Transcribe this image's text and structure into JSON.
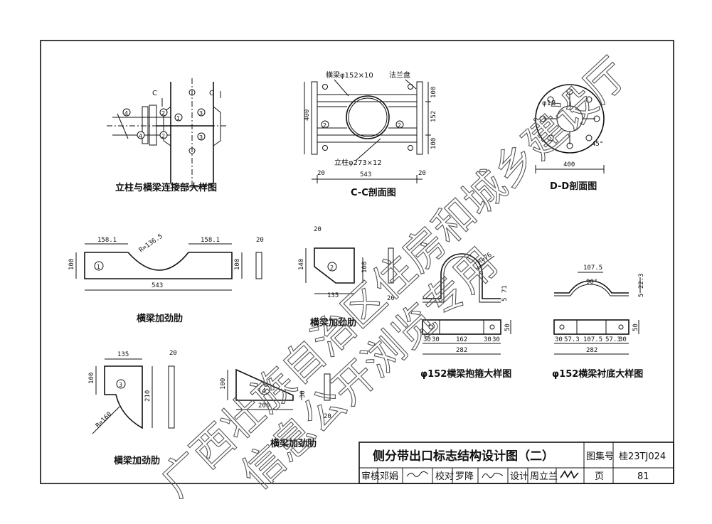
{
  "views": {
    "joint": {
      "title": "立柱与横梁连接部大样图",
      "section_marks": [
        "C",
        "C"
      ]
    },
    "cc": {
      "title": "C-C剖面图",
      "beam_label": "横梁φ152×10",
      "flange_label": "法兰盘",
      "column_label": "立柱φ273×12",
      "dim_height": "400",
      "dim_width": "543",
      "dim_end_l": "20",
      "dim_end_r": "20",
      "dim_v1": "100",
      "dim_v2": "152",
      "dim_v3": "100"
    },
    "dd": {
      "title": "D-D剖面图",
      "hole_label": "φ18",
      "dim_width": "400",
      "angle": "45°"
    },
    "rib1": {
      "title": "横梁加劲肋",
      "dim_left": "158.1",
      "dim_right": "158.1",
      "radius": "R=136.5",
      "dim_total": "543",
      "dim_h_left": "100",
      "dim_h_right": "100",
      "dim_t": "20",
      "mark": "1"
    },
    "rib2": {
      "title": "横梁加劲肋",
      "dim_t_top": "20",
      "dim_h": "140",
      "dim_h2": "100",
      "dim_w": "135",
      "dim_t_bottom": "20",
      "mark": "2"
    },
    "rib3": {
      "title": "横梁加劲肋",
      "dim_w": "135",
      "dim_t": "20",
      "dim_h": "100",
      "dim_h2": "210",
      "radius": "R=160",
      "mark": "3"
    },
    "rib4": {
      "title": "横梁加劲肋",
      "dim_h": "100",
      "dim_w": "200",
      "dim_t": "20",
      "dim_h2": "30",
      "mark": "4"
    },
    "hoop": {
      "title": "φ152横梁抱箍大样图",
      "radius": "R=76",
      "dim_a": "71",
      "dim_b": "5",
      "dim_h": "50",
      "dims": [
        "30",
        "30",
        "162",
        "30",
        "30"
      ],
      "dim_total": "282"
    },
    "liner": {
      "title": "φ152横梁衬底大样图",
      "dim_top": "107.5",
      "angle": "90°",
      "dim_a": "22.3",
      "dim_b": "5",
      "dim_h": "50",
      "dims": [
        "30",
        "57.3",
        "107.5",
        "57.3",
        "30"
      ],
      "dim_total": "282"
    }
  },
  "title_block": {
    "drawing_title": "侧分带出口标志结构设计图（二）",
    "atlas_label": "图集号",
    "atlas_no": "桂23TJ024",
    "review_label": "审核",
    "review_name": "邓娟",
    "check_label": "校对",
    "check_name": "罗降",
    "design_label": "设计",
    "design_name": "周立兰",
    "page_label": "页",
    "page_no": "81"
  },
  "watermark": {
    "line1": "广西壮族自治区住房和城乡建设厅",
    "line2": "信息公开浏览专用",
    "color": "#555555"
  }
}
